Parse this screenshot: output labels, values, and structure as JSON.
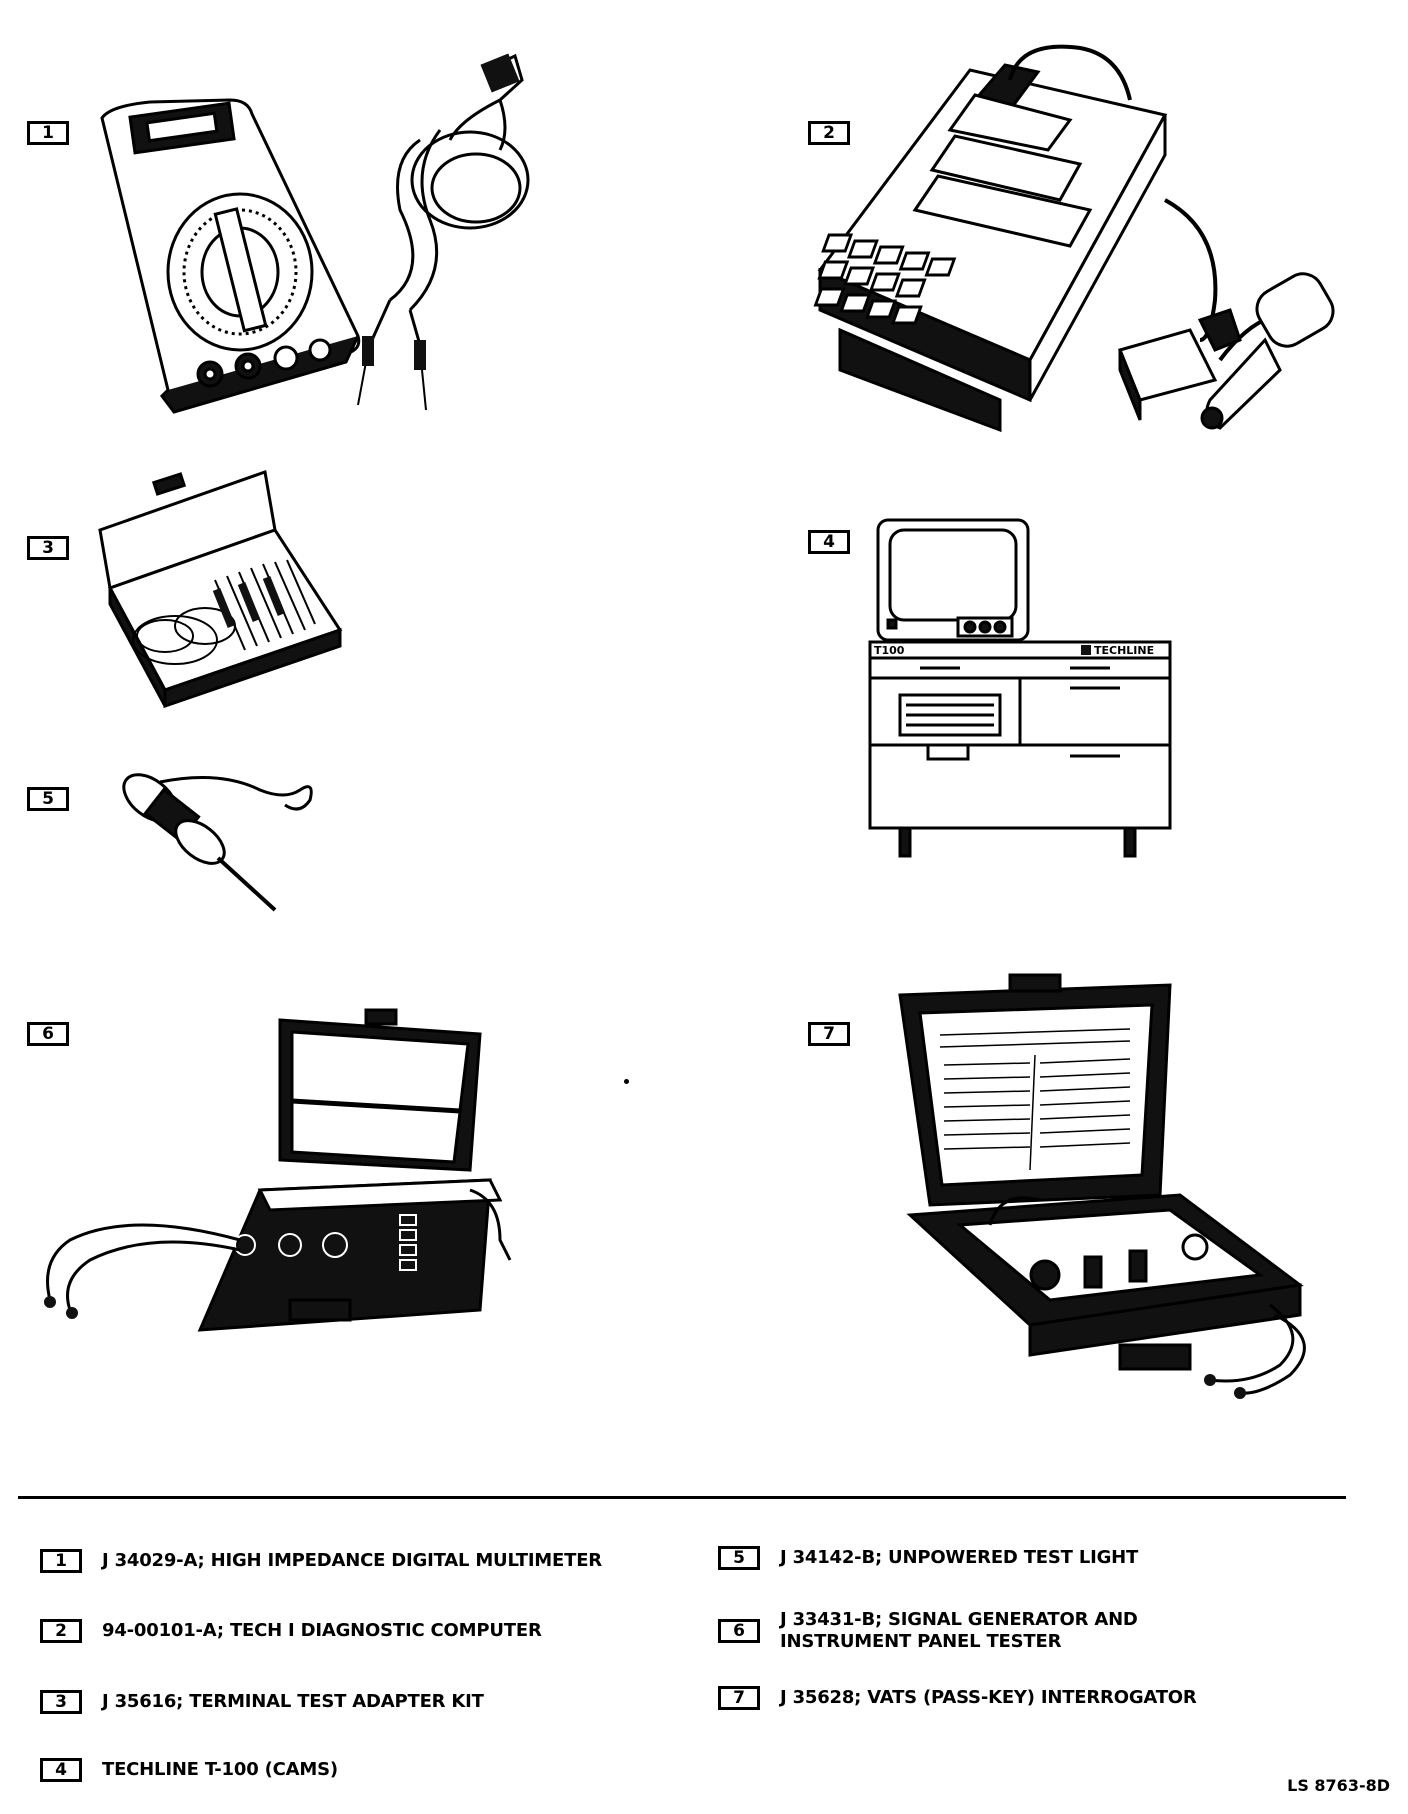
{
  "callouts": [
    "1",
    "2",
    "3",
    "4",
    "5",
    "6",
    "7"
  ],
  "device_labels": {
    "t100_model": "T100",
    "t100_brand": "TECHLINE"
  },
  "legend": [
    {
      "num": "1",
      "text": "J 34029-A; HIGH IMPEDANCE DIGITAL MULTIMETER"
    },
    {
      "num": "2",
      "text": "94-00101-A; TECH I DIAGNOSTIC COMPUTER"
    },
    {
      "num": "3",
      "text": "J 35616; TERMINAL TEST ADAPTER KIT"
    },
    {
      "num": "4",
      "text": "TECHLINE T-100 (CAMS)"
    },
    {
      "num": "5",
      "text": "J 34142-B; UNPOWERED TEST LIGHT"
    },
    {
      "num": "6",
      "text": "J 33431-B; SIGNAL GENERATOR AND\nINSTRUMENT PANEL TESTER"
    },
    {
      "num": "7",
      "text": "J 35628; VATS (PASS-KEY) INTERROGATOR"
    }
  ],
  "figure_id": "LS 8763-8D"
}
